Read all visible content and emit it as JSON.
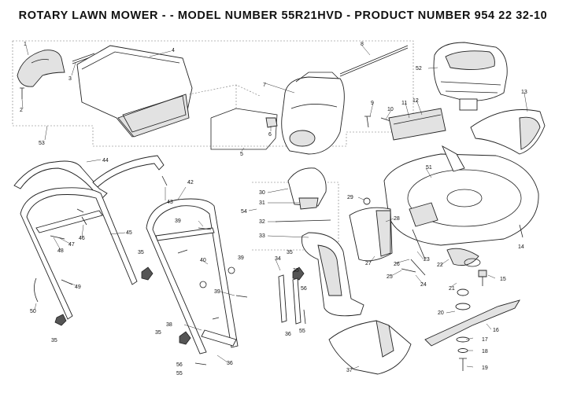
{
  "title": "ROTARY LAWN MOWER - - MODEL NUMBER 55R21HVD - PRODUCT NUMBER 954 22 32-10",
  "labels": [
    "1",
    "2",
    "3",
    "4",
    "5",
    "6",
    "7",
    "8",
    "9",
    "10",
    "11",
    "12",
    "13",
    "14",
    "15",
    "16",
    "17",
    "18",
    "19",
    "20",
    "21",
    "22",
    "23",
    "24",
    "25",
    "26",
    "27",
    "28",
    "29",
    "30",
    "31",
    "32",
    "33",
    "34",
    "35",
    "35",
    "35",
    "35",
    "35",
    "36",
    "36",
    "37",
    "38",
    "39",
    "39",
    "39",
    "40",
    "42",
    "43",
    "44",
    "45",
    "46",
    "47",
    "48",
    "49",
    "50",
    "51",
    "52",
    "53",
    "54",
    "55",
    "55",
    "56",
    "56"
  ]
}
